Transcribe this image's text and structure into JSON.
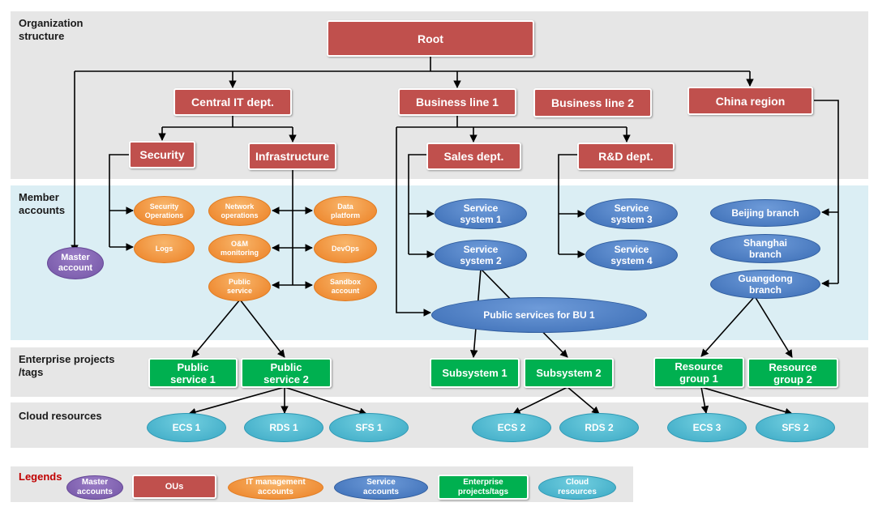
{
  "sections": {
    "organization": "Organization\nstructure",
    "member": "Member\naccounts",
    "enterprise": "Enterprise projects\n/tags",
    "cloud": "Cloud resources"
  },
  "ous": {
    "root": "Root",
    "central_it": "Central IT dept.",
    "business_line_1": "Business line 1",
    "business_line_2": "Business line 2",
    "china_region": "China region",
    "security": "Security",
    "infrastructure": "Infrastructure",
    "sales_dept": "Sales dept.",
    "rd_dept": "R&D dept."
  },
  "master_account": "Master\naccount",
  "it_accounts": {
    "security_operations": "Security\nOperations",
    "logs": "Logs",
    "network_operations": "Network\noperations",
    "om_monitoring": "O&M\nmonitoring",
    "public_service": "Public\nservice",
    "data_platform": "Data\nplatform",
    "devops": "DevOps",
    "sandbox_account": "Sandbox\naccount"
  },
  "service_accounts": {
    "service_system_1": "Service\nsystem 1",
    "service_system_2": "Service\nsystem 2",
    "public_services_bu1": "Public services for BU 1",
    "service_system_3": "Service\nsystem 3",
    "service_system_4": "Service\nsystem 4",
    "beijing_branch": "Beijing branch",
    "shanghai_branch": "Shanghai\nbranch",
    "guangdong_branch": "Guangdong\nbranch"
  },
  "enterprise_projects": {
    "public_service_1": "Public\nservice 1",
    "public_service_2": "Public\nservice 2",
    "subsystem_1": "Subsystem 1",
    "subsystem_2": "Subsystem 2",
    "resource_group_1": "Resource\ngroup 1",
    "resource_group_2": "Resource\ngroup 2"
  },
  "cloud_resources": {
    "ecs_1": "ECS 1",
    "rds_1": "RDS 1",
    "sfs_1": "SFS 1",
    "ecs_2": "ECS 2",
    "rds_2": "RDS 2",
    "ecs_3": "ECS 3",
    "sfs_2": "SFS 2"
  },
  "legend": {
    "title": "Legends",
    "master_accounts": "Master\naccounts",
    "ous": "OUs",
    "it_management_accounts": "IT management\naccounts",
    "service_accounts": "Service\naccounts",
    "enterprise_projects_tags": "Enterprise\nprojects/tags",
    "cloud_resources": "Cloud\nresources"
  },
  "colors": {
    "ou": "#c0504d",
    "it_account": "#ec8024",
    "service_account": "#3b6db5",
    "master_account": "#7456a6",
    "enterprise_project": "#00b050",
    "cloud_resource": "#3aa8c4",
    "legend_title": "#c00000"
  }
}
